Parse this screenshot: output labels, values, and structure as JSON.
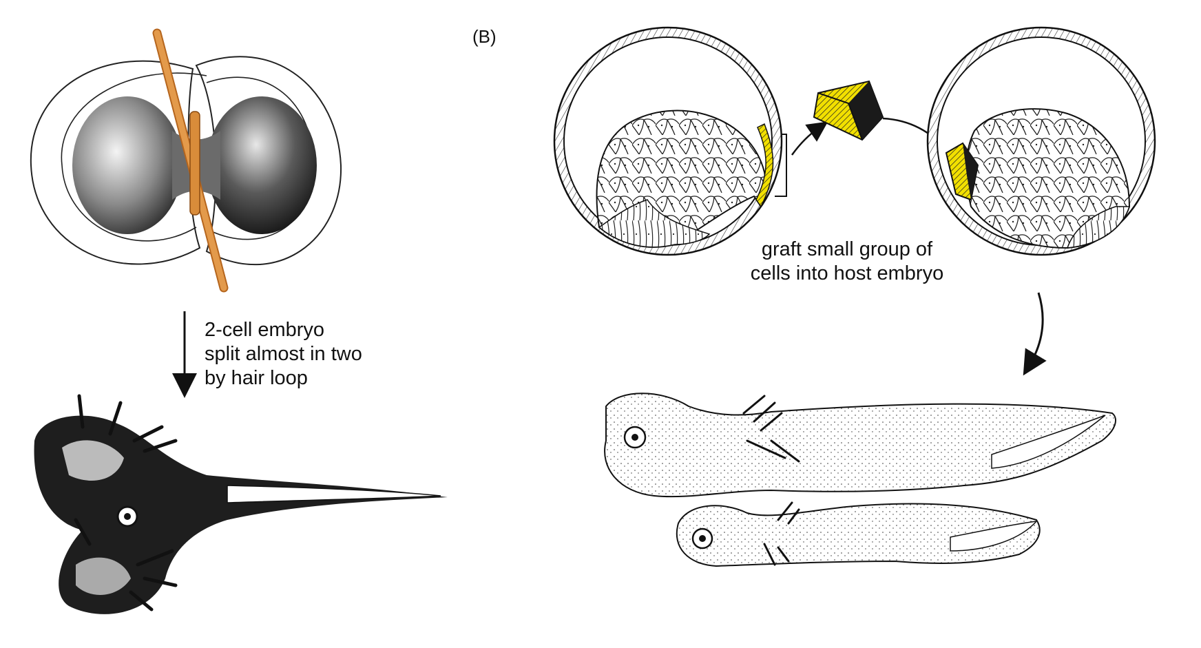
{
  "figure": {
    "panel_b_label": "(B)",
    "caption_a": [
      "2-cell embryo",
      "split almost in two",
      "by hair loop"
    ],
    "caption_b": [
      "graft small group of",
      "cells into host embryo"
    ]
  },
  "colors": {
    "hair_loop": "#d98c3a",
    "graft_tissue": "#f2e000",
    "ink": "#111111",
    "paper": "#ffffff"
  }
}
